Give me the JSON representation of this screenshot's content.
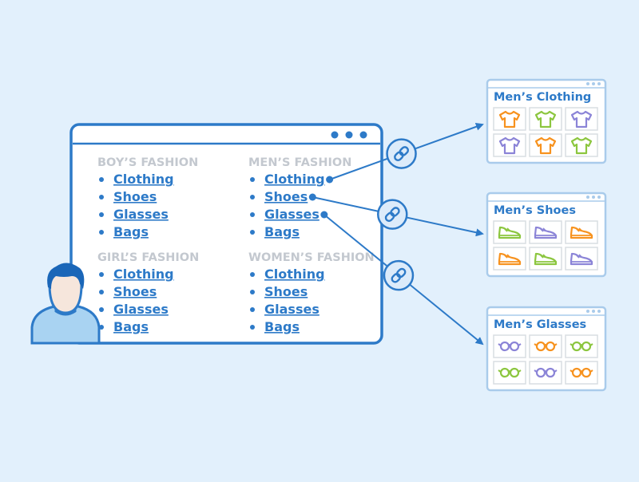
{
  "main_window": {
    "columns": [
      {
        "sections": [
          {
            "heading": "BOY’S FASHION",
            "links": [
              "Clothing",
              "Shoes",
              "Glasses",
              "Bags"
            ]
          },
          {
            "heading": "GIRL’S FASHION",
            "links": [
              "Clothing",
              "Shoes",
              "Glasses",
              "Bags"
            ]
          }
        ]
      },
      {
        "sections": [
          {
            "heading": "MEN’S FASHION",
            "links": [
              "Clothing",
              "Shoes",
              "Glasses",
              "Bags"
            ]
          },
          {
            "heading": "WOMEN’S FASHION",
            "links": [
              "Clothing",
              "Shoes",
              "Glasses",
              "Bags"
            ]
          }
        ]
      }
    ]
  },
  "target_pages": [
    {
      "title": "Men’s Clothing",
      "icon": "tshirt-icon",
      "items": [
        "orange",
        "green",
        "purple",
        "purple",
        "orange",
        "green"
      ]
    },
    {
      "title": "Men’s Shoes",
      "icon": "sneaker-icon",
      "items": [
        "green",
        "purple",
        "orange",
        "orange",
        "green",
        "purple"
      ]
    },
    {
      "title": "Men’s Glasses",
      "icon": "glasses-icon",
      "items": [
        "purple",
        "orange",
        "green",
        "green",
        "purple",
        "orange"
      ]
    }
  ],
  "connections": [
    {
      "from_link": "Clothing",
      "to_page": "Men’s Clothing",
      "icon": "link-chain-icon"
    },
    {
      "from_link": "Shoes",
      "to_page": "Men’s Shoes",
      "icon": "link-chain-icon"
    },
    {
      "from_link": "Glasses",
      "to_page": "Men’s Glasses",
      "icon": "link-chain-icon"
    }
  ],
  "user": {
    "icon": "user-avatar-icon"
  },
  "colors": {
    "background": "#e2f0fc",
    "accent": "#2d7ac8",
    "window_border": "#2d7ac8",
    "page_border": "#a9cbeb",
    "heading_gray": "#c3c8cf",
    "orange": "#f7921e",
    "green": "#8cc63f",
    "purple": "#8b84d7",
    "skin": "#f6e6dc",
    "hair": "#1a66b8",
    "shirt": "#a9d3f2"
  }
}
